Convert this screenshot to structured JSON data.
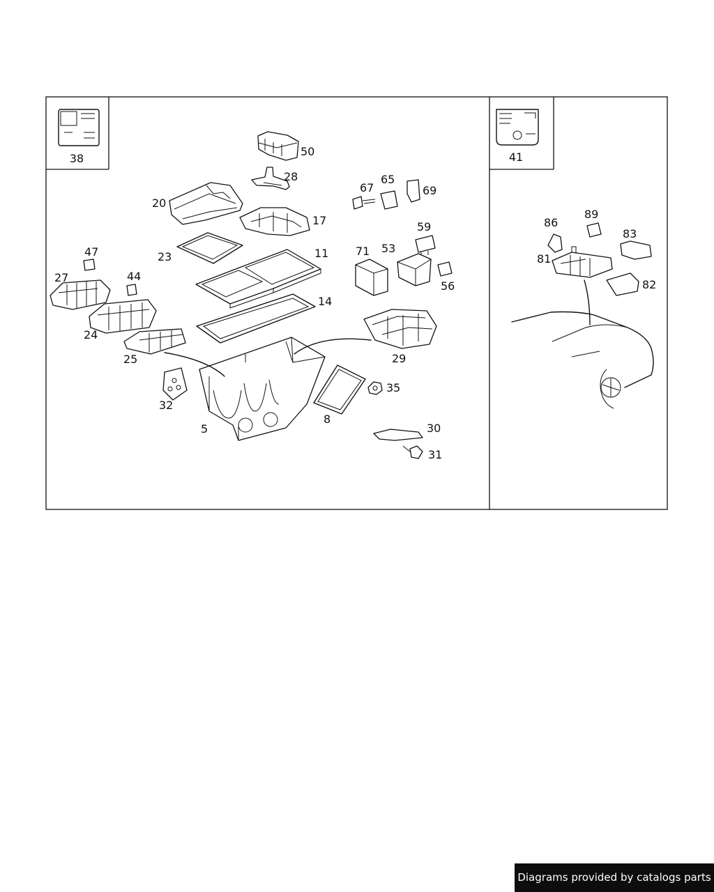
{
  "callouts": {
    "c38": "38",
    "c41": "41",
    "c50": "50",
    "c28": "28",
    "c20": "20",
    "c17": "17",
    "c67": "67",
    "c65": "65",
    "c69": "69",
    "c59": "59",
    "c23": "23",
    "c11": "11",
    "c47": "47",
    "c71": "71",
    "c53": "53",
    "c27": "27",
    "c44": "44",
    "c56": "56",
    "c14": "14",
    "c24": "24",
    "c29": "29",
    "c25": "25",
    "c35": "35",
    "c32": "32",
    "c8": "8",
    "c5": "5",
    "c30": "30",
    "c31": "31",
    "c86": "86",
    "c89": "89",
    "c83": "83",
    "c81": "81",
    "c82": "82"
  },
  "footer": {
    "text": "Diagrams provided by catalogs parts"
  },
  "colors": {
    "line": "#111111",
    "background": "#ffffff",
    "footer_bg": "#0d0d0d",
    "footer_text": "#ffffff"
  }
}
